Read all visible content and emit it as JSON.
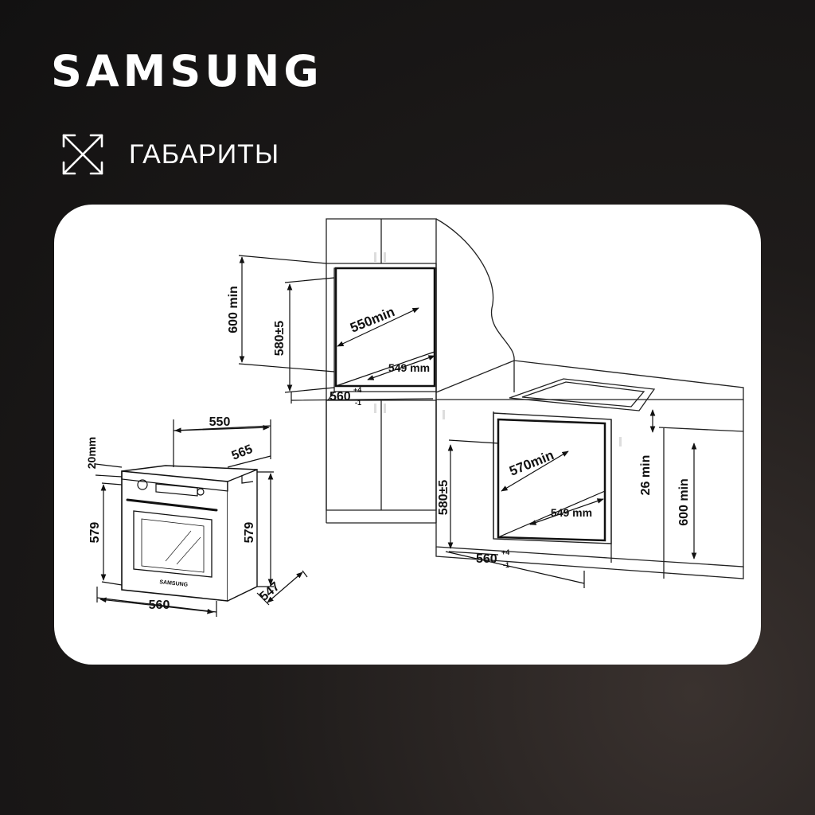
{
  "brand": {
    "name": "SAMSUNG"
  },
  "section": {
    "title": "ГАБАРИТЫ",
    "icon": "expand-arrows-icon"
  },
  "oven": {
    "brand_label": "SAMSUNG",
    "dims": {
      "depth_top": "550",
      "depth_total": "565",
      "panel_height": "20mm",
      "height_front": "579",
      "height_side": "579",
      "width": "560",
      "depth_side": "547"
    }
  },
  "niche_upper": {
    "cabinet_height": "600 min",
    "niche_height": "580±5",
    "depth": "550min",
    "inner": "549 mm",
    "width_base": "560",
    "width_sup": "+4",
    "width_sub": "-1"
  },
  "niche_lower": {
    "depth": "570min",
    "inner": "549 mm",
    "niche_height": "580±5",
    "gap": "26 min",
    "cabinet_height": "600 min",
    "width_base": "560",
    "width_sup": "+4",
    "width_sub": "-1"
  },
  "colors": {
    "background": "#1a1716",
    "card": "#ffffff",
    "line": "#111111",
    "text": "#ffffff"
  }
}
